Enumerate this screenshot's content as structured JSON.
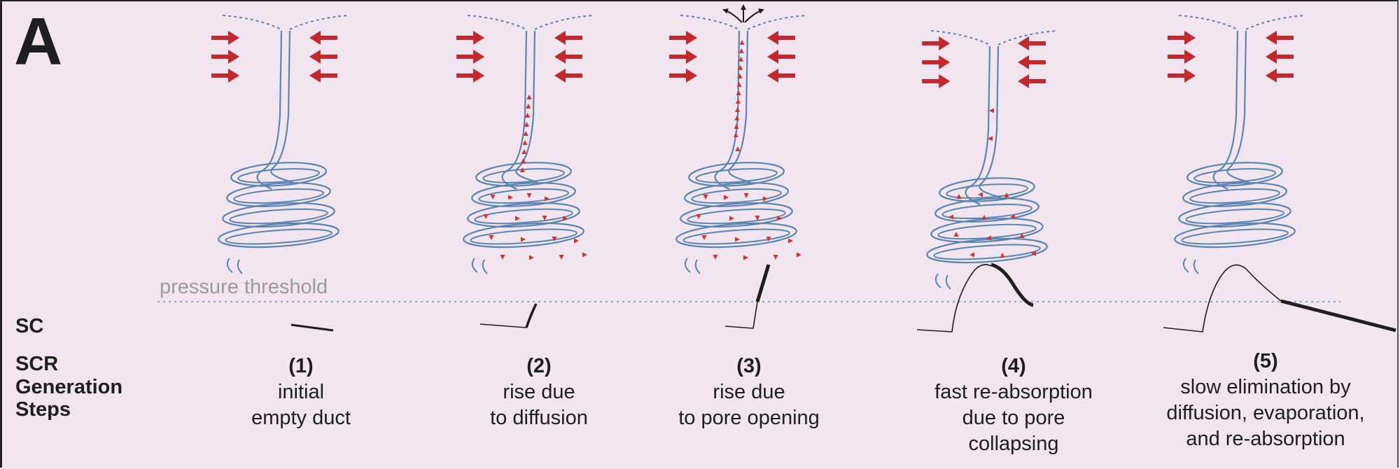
{
  "panel_label": "A",
  "threshold_label": "pressure threshold",
  "row_labels": {
    "sc": "SC",
    "scr_line1": "SCR",
    "scr_line2": "Generation",
    "scr_line3": "Steps"
  },
  "steps": [
    {
      "number": "(1)",
      "line1": "initial",
      "line2": "empty duct",
      "line3": ""
    },
    {
      "number": "(2)",
      "line1": "rise due",
      "line2": "to diffusion",
      "line3": ""
    },
    {
      "number": "(3)",
      "line1": "rise due",
      "line2": "to pore opening",
      "line3": ""
    },
    {
      "number": "(4)",
      "line1": "fast re-absorption",
      "line2": "due to pore",
      "line3": "collapsing"
    },
    {
      "number": "(5)",
      "line1": "slow elimination by",
      "line2": "diffusion, evaporation,",
      "line3": "and re-absorption"
    }
  ],
  "colors": {
    "background": "#f1e6ef",
    "duct": "#5b84b1",
    "pressure_arrow": "#c4282c",
    "sweat_arrow": "#d63030",
    "signal": "#1e1e1e",
    "threshold": "#8aa4c8"
  }
}
